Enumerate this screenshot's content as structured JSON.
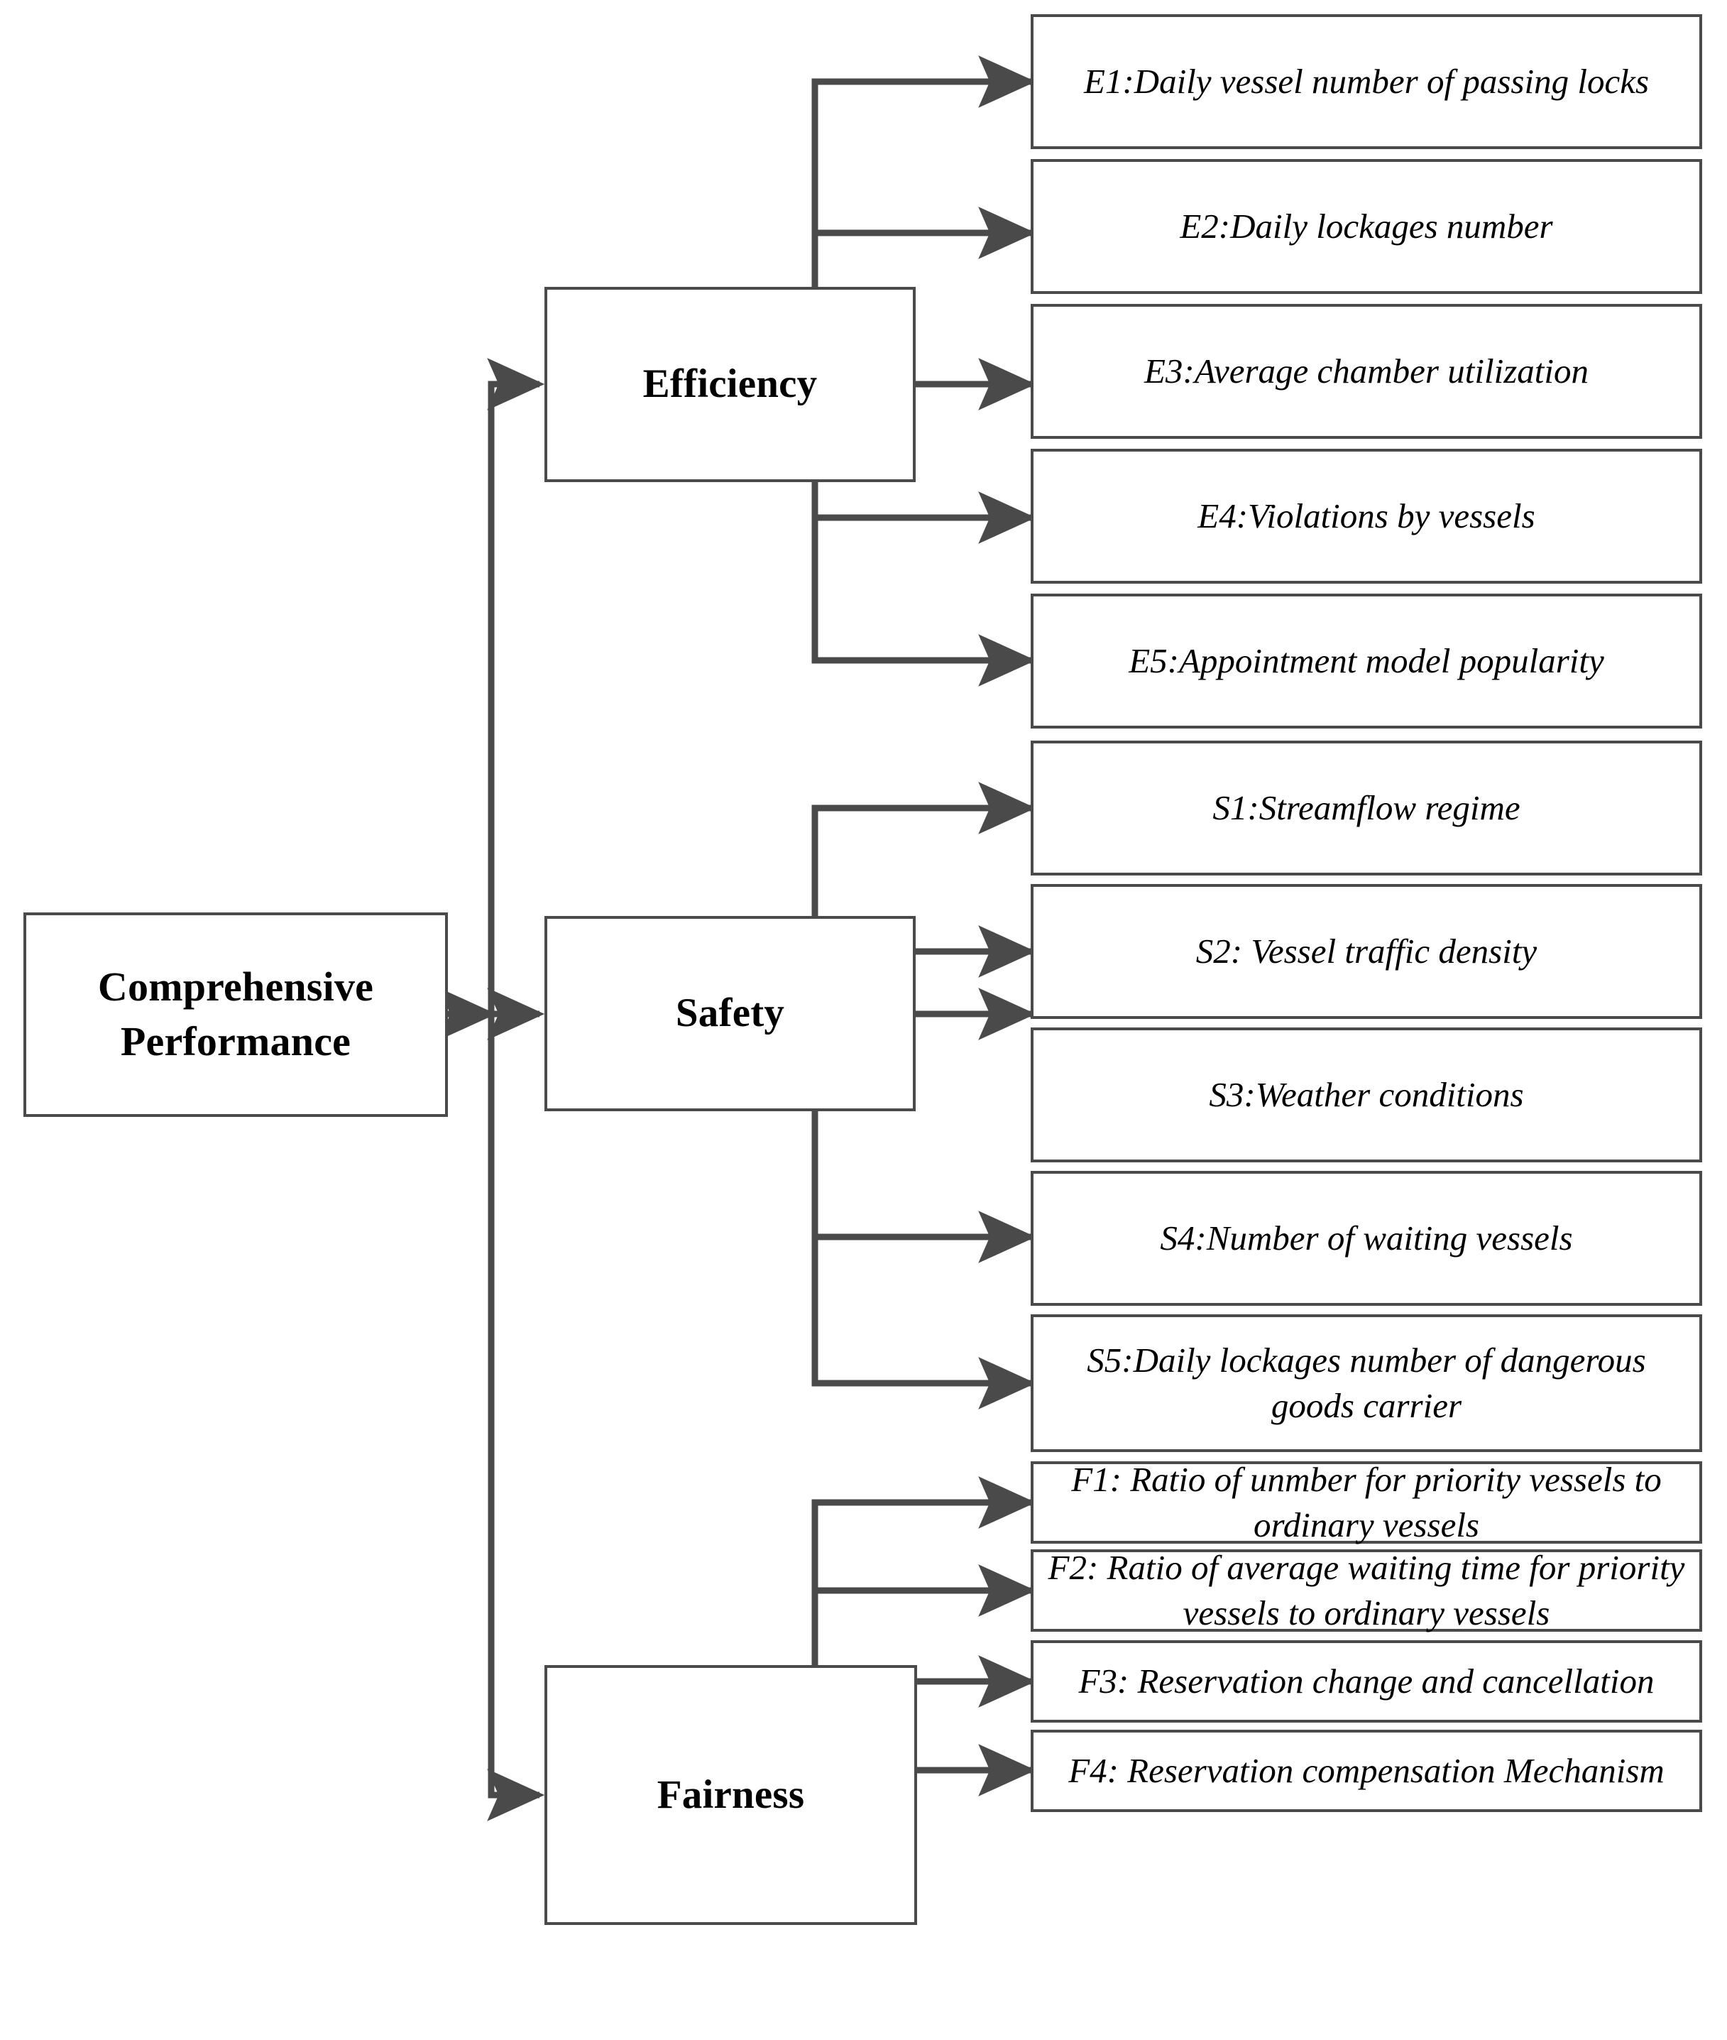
{
  "diagram": {
    "type": "hierarchy-tree",
    "title": "Comprehensive Performance evaluation index system",
    "orientation": "left-to-right",
    "colors": {
      "box_border": "#4a4a4a",
      "box_fill": "#ffffff",
      "connector": "#4a4a4a",
      "text": "#000000"
    },
    "root": {
      "id": "root",
      "label": "Comprehensive Performance"
    },
    "categories": [
      {
        "id": "efficiency",
        "label": "Efficiency",
        "indicators": [
          {
            "id": "E1",
            "label": "E1:Daily vessel number of passing locks"
          },
          {
            "id": "E2",
            "label": "E2:Daily lockages number"
          },
          {
            "id": "E3",
            "label": "E3:Average chamber utilization"
          },
          {
            "id": "E4",
            "label": "E4:Violations by vessels"
          },
          {
            "id": "E5",
            "label": "E5:Appointment model popularity"
          }
        ]
      },
      {
        "id": "safety",
        "label": "Safety",
        "indicators": [
          {
            "id": "S1",
            "label": "S1:Streamflow regime"
          },
          {
            "id": "S2",
            "label": "S2: Vessel traffic density"
          },
          {
            "id": "S3",
            "label": "S3:Weather conditions"
          },
          {
            "id": "S4",
            "label": "S4:Number of waiting vessels"
          },
          {
            "id": "S5",
            "label": "S5:Daily lockages number of dangerous goods carrier"
          }
        ]
      },
      {
        "id": "fairness",
        "label": "Fairness",
        "indicators": [
          {
            "id": "F1",
            "label": "F1: Ratio of unmber for priority vessels to ordinary vessels"
          },
          {
            "id": "F2",
            "label": "F2: Ratio of average waiting time for priority vessels to ordinary vessels"
          },
          {
            "id": "F3",
            "label": "F3: Reservation change and cancellation"
          },
          {
            "id": "F4",
            "label": "F4:  Reservation compensation Mechanism"
          }
        ]
      }
    ]
  }
}
